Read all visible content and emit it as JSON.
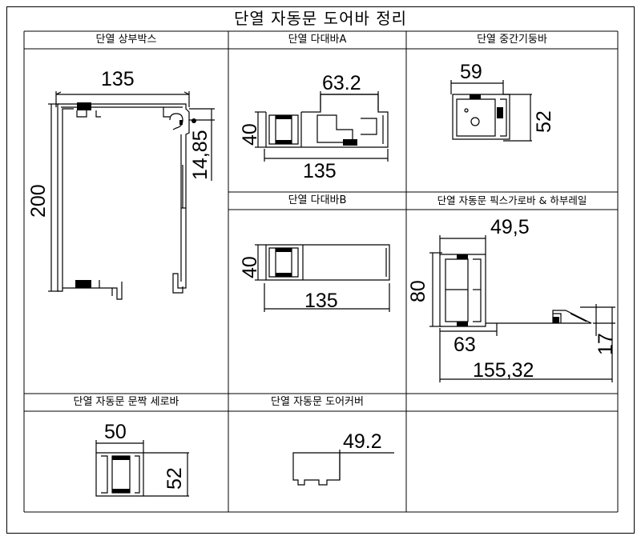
{
  "title": "단열 자동문 도어바 정리",
  "panels": {
    "top_box": {
      "label": "단열 상부박스",
      "dims": {
        "width": "135",
        "height": "200",
        "side": "14,85"
      }
    },
    "multibar_a": {
      "label": "단열 다대바A",
      "dims": {
        "top": "63.2",
        "height": "40",
        "width": "135"
      }
    },
    "middle_post": {
      "label": "단열 중간기둥바",
      "dims": {
        "width": "59",
        "height": "52"
      }
    },
    "multibar_b": {
      "label": "단열 다대바B",
      "dims": {
        "height": "40",
        "width": "135"
      }
    },
    "fix_rail": {
      "label": "단열 자동문 픽스가로바 & 하부레일",
      "dims": {
        "top": "49,5",
        "height": "80",
        "inner": "63",
        "rail_height": "17",
        "total": "155,32"
      }
    },
    "door_stile": {
      "label": "단열 자동문 문짝 세로바",
      "dims": {
        "width": "50",
        "height": "52"
      }
    },
    "door_cover": {
      "label": "단열 자동문 도어커버",
      "dims": {
        "width": "49.2"
      }
    },
    "empty": {
      "label": ""
    }
  }
}
